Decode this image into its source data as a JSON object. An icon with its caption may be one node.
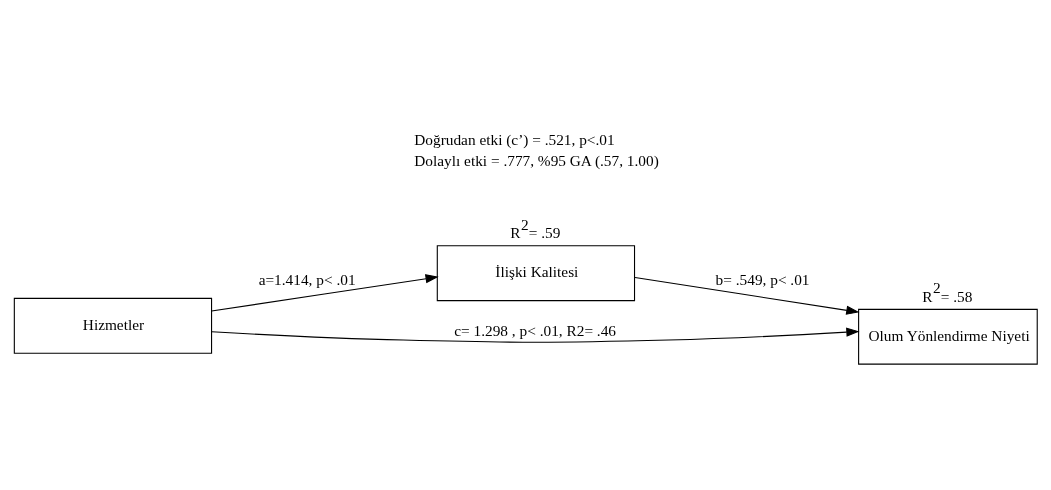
{
  "diagram": {
    "nodes": [
      {
        "text": [
          "Hizmetler"
        ]
      },
      {
        "text": [
          "İlişki Kalitesi"
        ],
        "beside": [
          "R$^{2}$= .59"
        ]
      },
      {
        "text": [
          "Olum Yönlendirme Niyeti"
        ],
        "beside": [
          "R$^{2}$= .58"
        ]
      }
    ],
    "edges": [
      {
        "from": 0,
        "to": 1,
        "arrow": "to",
        "label": "a=1.414, p< .01"
      },
      {
        "from": 1,
        "to": 2,
        "arrow": "to",
        "label": "b= .549, p< .01"
      },
      {
        "from": 0,
        "to": 2,
        "arrow": "to",
        "label": "c= 1.298 , p< .01, R2= .46"
      }
    ],
    "labels": [
      "Doğrudan etki (c’) = .521, p<.01",
      "Dolaylı etki = .777, %95 GA (.57, 1.00)"
    ]
  }
}
